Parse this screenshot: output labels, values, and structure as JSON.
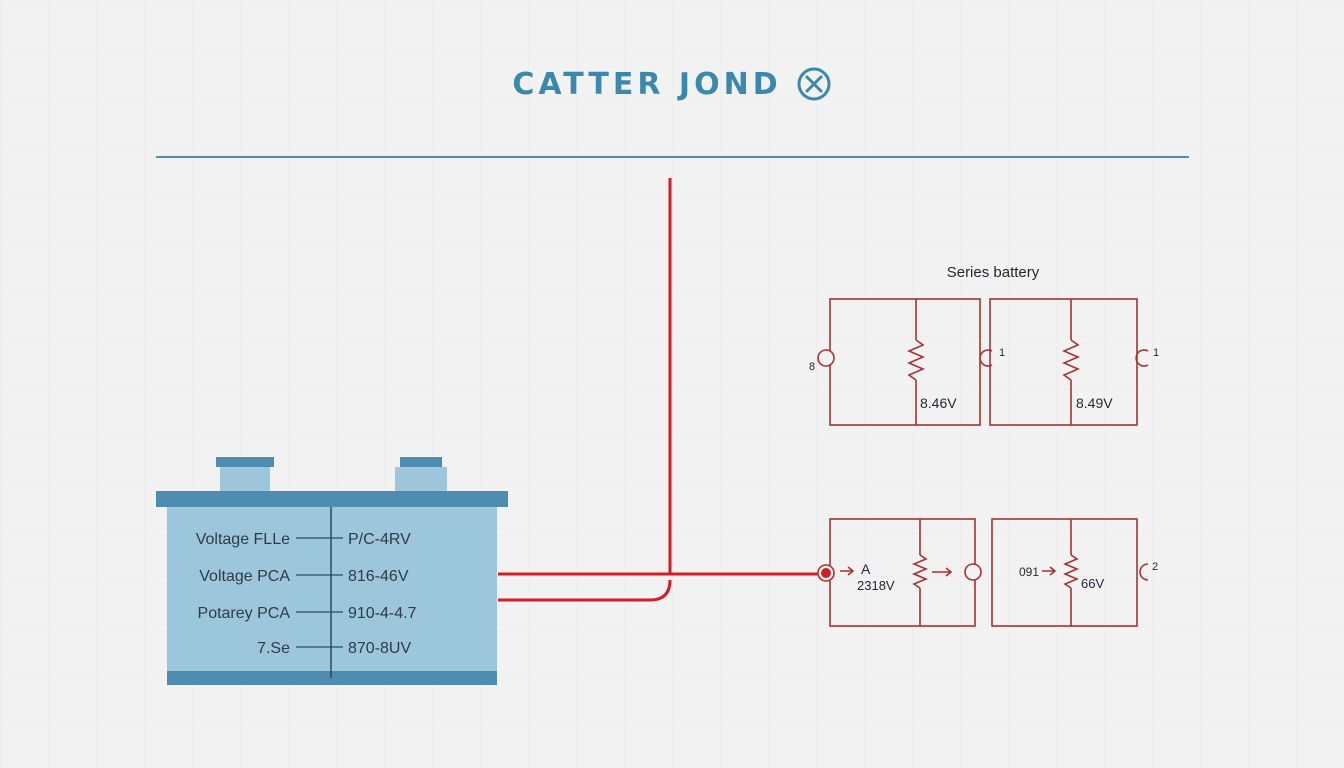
{
  "title": "CATTER JOND",
  "colors": {
    "accent": "#3a88ae",
    "wire": "#d21f26",
    "circuit": "#a83232",
    "battery_body": "#9cc6dc",
    "battery_dark": "#4f8db0"
  },
  "icons": {
    "title_icon": "circle-x-icon"
  },
  "battery": {
    "rows": [
      {
        "label": "Voltage FLLe",
        "value": "P/C-4RV"
      },
      {
        "label": "Voltage PCA",
        "value": "816-46V"
      },
      {
        "label": "Potarey PCA",
        "value": "910-4-4.7"
      },
      {
        "label": "7.Se",
        "value": "870-8UV"
      }
    ]
  },
  "series_battery": {
    "title": "Series battery",
    "left_terminal": "8",
    "cells": [
      {
        "value": "8.46V",
        "terminal": "1"
      },
      {
        "value": "8.49V",
        "terminal": "1"
      }
    ]
  },
  "lower_circuit": {
    "node_label": "A",
    "cells": [
      {
        "value": "2318V"
      },
      {
        "input": "091",
        "value": "66V",
        "terminal": "2"
      }
    ]
  }
}
